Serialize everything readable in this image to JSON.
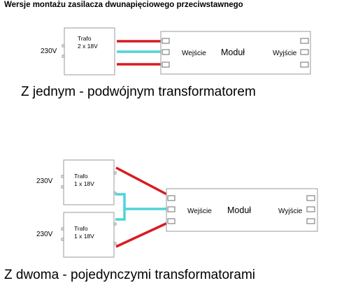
{
  "title": "Wersje montażu zasilacza dwunapięciowego przeciwstawnego",
  "section1": {
    "trafo": {
      "name": "Trafo",
      "rating": "2 x 18V",
      "mains": "230V"
    },
    "module": {
      "input": "Wejście",
      "label": "Moduł",
      "output": "Wyjście"
    },
    "caption": "Z jednym - podwójnym transformatorem"
  },
  "section2": {
    "trafo_top": {
      "name": "Trafo",
      "rating": "1 x 18V",
      "mains": "230V"
    },
    "trafo_bottom": {
      "name": "Trafo",
      "rating": "1 x 18V",
      "mains": "230V"
    },
    "module": {
      "input": "Wejście",
      "label": "Moduł",
      "output": "Wyjście"
    },
    "caption": "Z dwoma - pojedynczymi transformatorami"
  },
  "colors": {
    "wire_red": "#d81b22",
    "wire_cyan": "#4fd3d9",
    "outline": "#9a9a9a",
    "text": "#000000"
  }
}
